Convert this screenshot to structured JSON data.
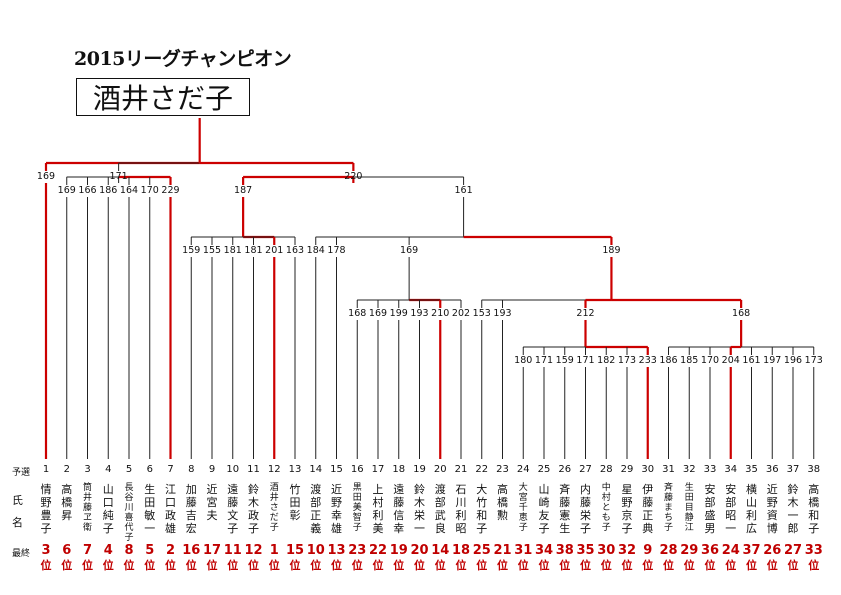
{
  "title": "2015リーグチャンピオン",
  "champion": "酒井さだ子",
  "row_labels": {
    "seed": "予選",
    "name_1": "氏",
    "name_2": "名",
    "final": "最終"
  },
  "rank_suffix": "位",
  "colors": {
    "highlight": "#cc0000",
    "line": "#222222"
  },
  "players": [
    {
      "no": "1",
      "name": "情野豊子",
      "rank": "3"
    },
    {
      "no": "2",
      "name": "高橋　昇",
      "rank": "6"
    },
    {
      "no": "3",
      "name": "筒井藤ヱ衛",
      "rank": "7"
    },
    {
      "no": "4",
      "name": "山口純子",
      "rank": "4"
    },
    {
      "no": "5",
      "name": "長谷川喜代子",
      "rank": "8"
    },
    {
      "no": "6",
      "name": "生田敏一",
      "rank": "5"
    },
    {
      "no": "7",
      "name": "江口政雄",
      "rank": "2"
    },
    {
      "no": "8",
      "name": "加藤吉宏",
      "rank": "16"
    },
    {
      "no": "9",
      "name": "近　宮夫",
      "rank": "17"
    },
    {
      "no": "10",
      "name": "遠藤文子",
      "rank": "11"
    },
    {
      "no": "11",
      "name": "鈴木政子",
      "rank": "12"
    },
    {
      "no": "12",
      "name": "酒井さだ子",
      "rank": "1"
    },
    {
      "no": "13",
      "name": "竹田　彰",
      "rank": "15"
    },
    {
      "no": "14",
      "name": "渡部正義",
      "rank": "10"
    },
    {
      "no": "15",
      "name": "近野幸雄",
      "rank": "13"
    },
    {
      "no": "16",
      "name": "黒田美智子",
      "rank": "23"
    },
    {
      "no": "17",
      "name": "上村利美",
      "rank": "22"
    },
    {
      "no": "18",
      "name": "遠藤信幸",
      "rank": "19"
    },
    {
      "no": "19",
      "name": "鈴木栄一",
      "rank": "20"
    },
    {
      "no": "20",
      "name": "渡部武良",
      "rank": "14"
    },
    {
      "no": "21",
      "name": "石川利昭",
      "rank": "18"
    },
    {
      "no": "22",
      "name": "大竹和子",
      "rank": "25"
    },
    {
      "no": "23",
      "name": "高橋　勲",
      "rank": "21"
    },
    {
      "no": "24",
      "name": "大宮千恵子",
      "rank": "31"
    },
    {
      "no": "25",
      "name": "山崎友子",
      "rank": "34"
    },
    {
      "no": "26",
      "name": "斉藤憲生",
      "rank": "38"
    },
    {
      "no": "27",
      "name": "内藤栄子",
      "rank": "35"
    },
    {
      "no": "28",
      "name": "中村とも子",
      "rank": "30"
    },
    {
      "no": "29",
      "name": "星野京子",
      "rank": "32"
    },
    {
      "no": "30",
      "name": "伊藤正典",
      "rank": "9"
    },
    {
      "no": "31",
      "name": "斉藤まち子",
      "rank": "28"
    },
    {
      "no": "32",
      "name": "生田目静江",
      "rank": "29"
    },
    {
      "no": "33",
      "name": "安部盛男",
      "rank": "36"
    },
    {
      "no": "34",
      "name": "安部昭一",
      "rank": "24"
    },
    {
      "no": "35",
      "name": "横山利広",
      "rank": "37"
    },
    {
      "no": "36",
      "name": "近野資博",
      "rank": "26"
    },
    {
      "no": "37",
      "name": "鈴木一郎",
      "rank": "27"
    },
    {
      "no": "38",
      "name": "高橋和子",
      "rank": "33"
    }
  ],
  "bracket": {
    "name": "final",
    "highlight": true,
    "children": [
      {
        "score": "169",
        "highlight": true,
        "leaf": 1
      },
      {
        "score": "171",
        "highlight": false,
        "children": [
          {
            "score": "169",
            "highlight": false,
            "leaf": 2
          },
          {
            "score": "166",
            "highlight": false,
            "leaf": 3
          },
          {
            "score": "186",
            "highlight": false,
            "leaf": 4
          },
          {
            "score": "164",
            "highlight": false,
            "leaf": 5
          },
          {
            "score": "170",
            "highlight": false,
            "leaf": 6
          },
          {
            "score": "229",
            "highlight": true,
            "leaf": 7
          }
        ]
      },
      {
        "score": "220",
        "highlight": true,
        "children": [
          {
            "score": "187",
            "highlight": true,
            "children": [
              {
                "score": "159",
                "highlight": false,
                "leaf": 8
              },
              {
                "score": "155",
                "highlight": false,
                "leaf": 9
              },
              {
                "score": "181",
                "highlight": false,
                "leaf": 10
              },
              {
                "score": "181",
                "highlight": false,
                "leaf": 11
              },
              {
                "score": "201",
                "highlight": true,
                "leaf": 12
              },
              {
                "score": "163",
                "highlight": false,
                "leaf": 13
              }
            ]
          },
          {
            "score": "161",
            "highlight": false,
            "children": [
              {
                "score": "184",
                "highlight": false,
                "leaf": 14
              },
              {
                "score": "178",
                "highlight": false,
                "leaf": 15
              },
              {
                "score": "169",
                "highlight": false,
                "children": [
                  {
                    "score": "168",
                    "highlight": false,
                    "leaf": 16
                  },
                  {
                    "score": "169",
                    "highlight": false,
                    "leaf": 17
                  },
                  {
                    "score": "199",
                    "highlight": false,
                    "leaf": 18
                  },
                  {
                    "score": "193",
                    "highlight": false,
                    "leaf": 19
                  },
                  {
                    "score": "210",
                    "highlight": true,
                    "leaf": 20
                  },
                  {
                    "score": "202",
                    "highlight": false,
                    "leaf": 21
                  }
                ]
              },
              {
                "score": "189",
                "highlight": true,
                "children": [
                  {
                    "score": "153",
                    "highlight": false,
                    "leaf": 22
                  },
                  {
                    "score": "193",
                    "highlight": false,
                    "leaf": 23
                  },
                  {
                    "score": "212",
                    "highlight": true,
                    "children": [
                      {
                        "score": "180",
                        "highlight": false,
                        "leaf": 24
                      },
                      {
                        "score": "171",
                        "highlight": false,
                        "leaf": 25
                      },
                      {
                        "score": "159",
                        "highlight": false,
                        "leaf": 26
                      },
                      {
                        "score": "171",
                        "highlight": false,
                        "leaf": 27
                      },
                      {
                        "score": "182",
                        "highlight": false,
                        "leaf": 28
                      },
                      {
                        "score": "173",
                        "highlight": false,
                        "leaf": 29
                      },
                      {
                        "score": "233",
                        "highlight": true,
                        "leaf": 30
                      }
                    ]
                  },
                  {
                    "score": "168",
                    "highlight": true,
                    "children": [
                      {
                        "score": "186",
                        "highlight": false,
                        "leaf": 31
                      },
                      {
                        "score": "185",
                        "highlight": false,
                        "leaf": 32
                      },
                      {
                        "score": "170",
                        "highlight": false,
                        "leaf": 33
                      },
                      {
                        "score": "204",
                        "highlight": true,
                        "leaf": 34
                      },
                      {
                        "score": "161",
                        "highlight": false,
                        "leaf": 35
                      },
                      {
                        "score": "197",
                        "highlight": false,
                        "leaf": 36
                      },
                      {
                        "score": "196",
                        "highlight": false,
                        "leaf": 37
                      },
                      {
                        "score": "173",
                        "highlight": false,
                        "leaf": 38
                      }
                    ]
                  }
                ]
              }
            ]
          }
        ]
      }
    ]
  }
}
